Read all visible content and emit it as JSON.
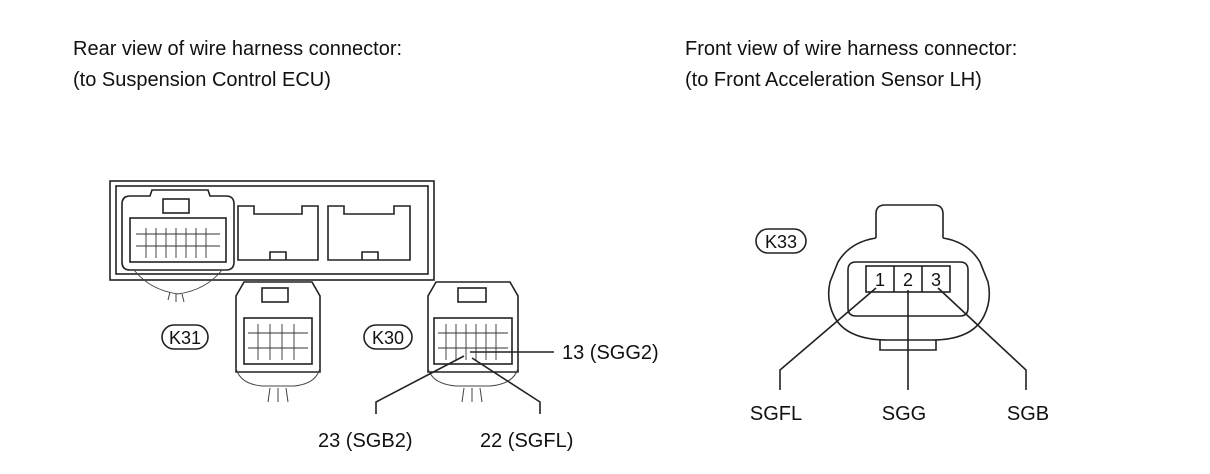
{
  "left_panel": {
    "heading_line1": "Rear view of wire harness connector:",
    "heading_line2": "(to Suspension Control ECU)",
    "connectors": [
      "K31",
      "K30"
    ],
    "pin_labels": {
      "pin13": "13 (SGG2)",
      "pin23": "23 (SGB2)",
      "pin22": "22 (SGFL)"
    }
  },
  "right_panel": {
    "heading_line1": "Front view of wire harness connector:",
    "heading_line2": "(to Front Acceleration Sensor LH)",
    "connector": "K33",
    "pins": [
      "1",
      "2",
      "3"
    ],
    "signals": [
      "SGFL",
      "SGG",
      "SGB"
    ]
  }
}
